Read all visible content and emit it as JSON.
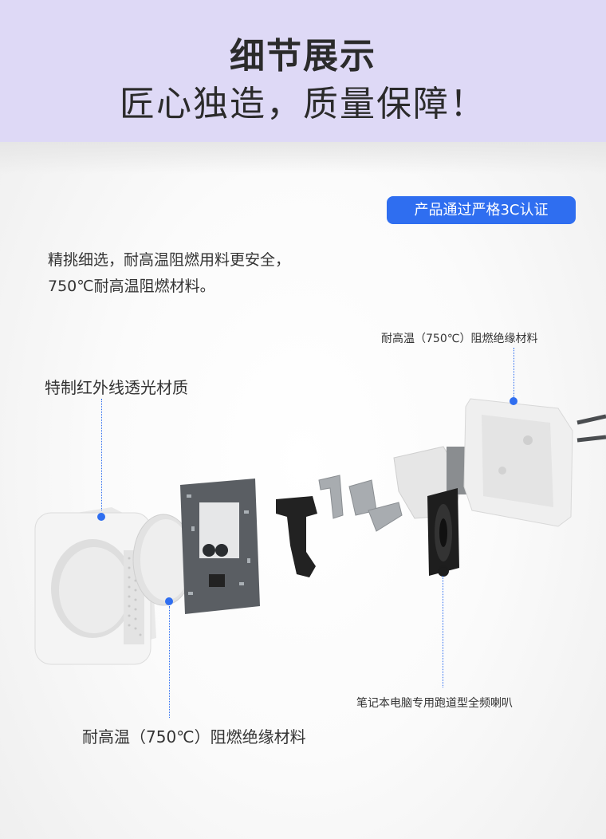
{
  "header": {
    "title": "细节展示",
    "subtitle": "匠心独造，质量保障！"
  },
  "badge": "产品通过严格3C认证",
  "description": {
    "line1": "精挑细选，耐高温阻燃用料更安全，",
    "line2": "750℃耐高温阻燃材料。"
  },
  "callouts": {
    "back_shell": "耐高温（750℃）阻燃绝缘材料",
    "front_panel": "特制红外线透光材质",
    "speaker": "笔记本电脑专用跑道型全频喇叭",
    "lens": "耐高温（750℃）阻燃绝缘材料"
  },
  "colors": {
    "header_bg": "#ded9f6",
    "accent": "#2f6ef0"
  }
}
